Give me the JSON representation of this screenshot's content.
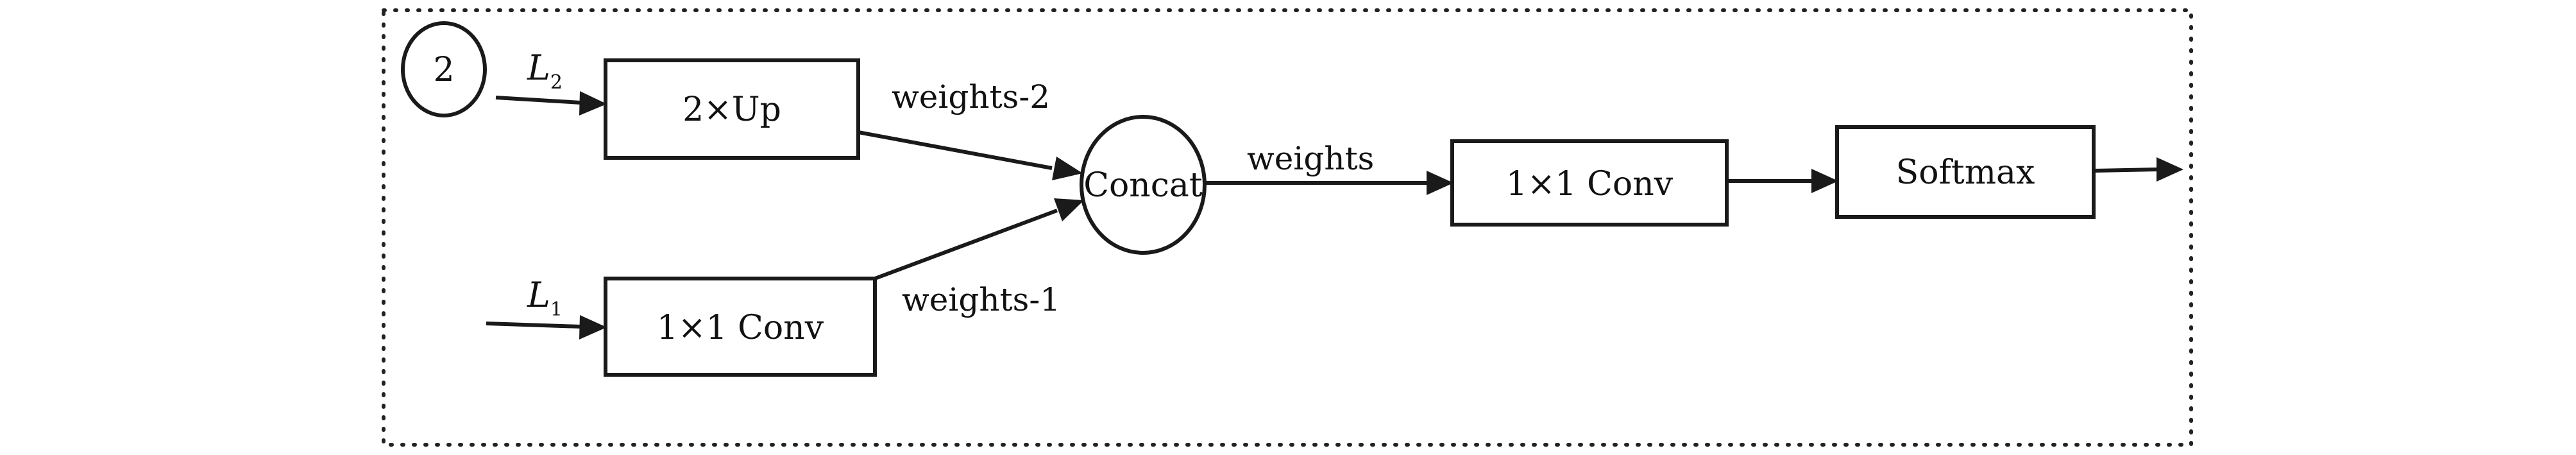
{
  "diagram": {
    "step_badge": "2",
    "inputs": {
      "top": {
        "symbol": "L",
        "subscript": "2"
      },
      "bottom": {
        "symbol": "L",
        "subscript": "1"
      }
    },
    "nodes": {
      "upsample": "2×Up",
      "conv_input": "1×1 Conv",
      "concat": "Concat",
      "conv_output": "1×1 Conv",
      "softmax": "Softmax"
    },
    "edge_labels": {
      "upsample_to_concat": "weights-2",
      "conv_to_concat": "weights-1",
      "concat_to_conv": "weights"
    },
    "colors": {
      "stroke": "#1a1a1a",
      "background": "#ffffff"
    }
  }
}
